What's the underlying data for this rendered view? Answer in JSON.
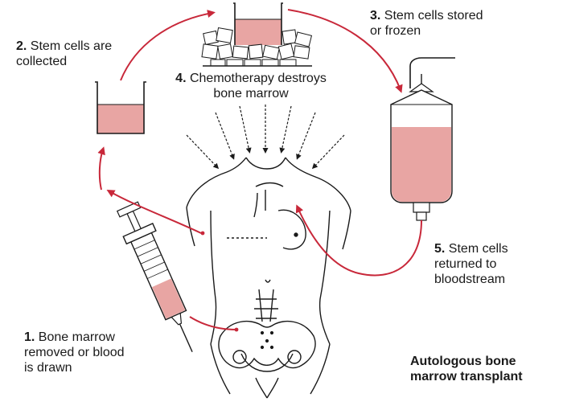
{
  "colors": {
    "arrow": "#c8283a",
    "fluid": "#e8a5a3",
    "outline": "#1a1a1a"
  },
  "steps": [
    {
      "number": "1.",
      "lines": [
        "Bone marrow",
        "removed or blood",
        "is drawn"
      ]
    },
    {
      "number": "2.",
      "lines": [
        "Stem cells are",
        "collected"
      ]
    },
    {
      "number": "3.",
      "lines": [
        "Stem cells stored",
        "or frozen"
      ]
    },
    {
      "number": "4.",
      "lines": [
        "Chemotherapy destroys",
        "bone marrow"
      ]
    },
    {
      "number": "5.",
      "lines": [
        "Stem cells",
        "returned to",
        "bloodstream"
      ]
    }
  ],
  "caption": [
    "Autologous bone",
    "marrow transplant"
  ],
  "icons": {
    "beaker": "beaker-icon",
    "ice_container": "ice-container-icon",
    "iv_bag": "iv-bag-icon",
    "syringe": "syringe-icon",
    "body": "human-torso-icon",
    "chemo_rays": "chemo-rays-icon"
  }
}
